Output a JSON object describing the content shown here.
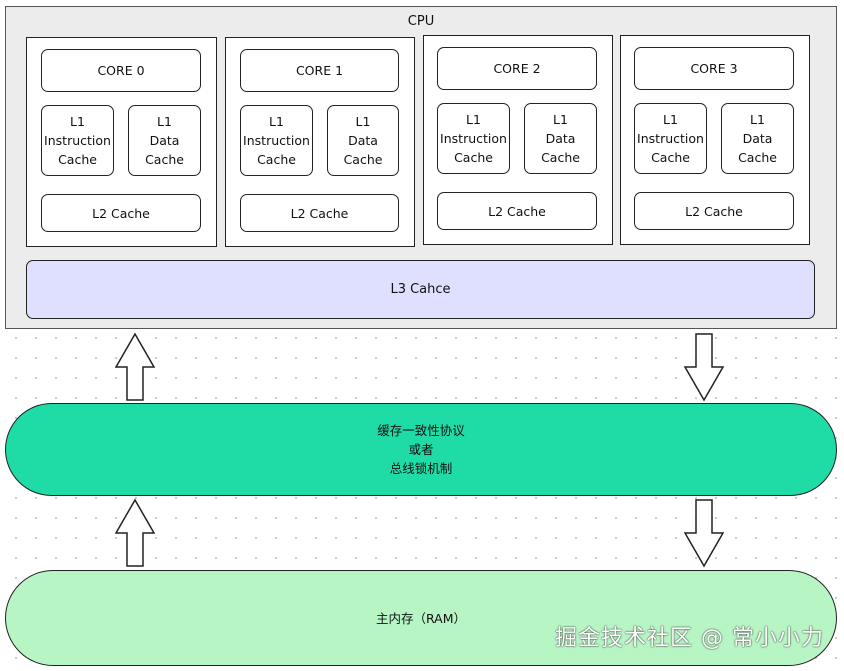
{
  "cpu": {
    "label": "CPU",
    "cores": [
      {
        "name": "CORE 0",
        "l1i": [
          "L1",
          "Instruction",
          "Cache"
        ],
        "l1d": [
          "L1",
          "Data",
          "Cache"
        ],
        "l2": "L2 Cache"
      },
      {
        "name": "CORE 1",
        "l1i": [
          "L1",
          "Instruction",
          "Cache"
        ],
        "l1d": [
          "L1",
          "Data",
          "Cache"
        ],
        "l2": "L2 Cache"
      },
      {
        "name": "CORE 2",
        "l1i": [
          "L1",
          "Instruction",
          "Cache"
        ],
        "l1d": [
          "L1",
          "Data",
          "Cache"
        ],
        "l2": "L2 Cache"
      },
      {
        "name": "CORE 3",
        "l1i": [
          "L1",
          "Instruction",
          "Cache"
        ],
        "l1d": [
          "L1",
          "Data",
          "Cache"
        ],
        "l2": "L2 Cache"
      }
    ],
    "l3": "L3 Cahce"
  },
  "protocol": {
    "lines": [
      "缓存一致性协议",
      "或者",
      "总线锁机制"
    ]
  },
  "ram": {
    "label": "主内存（RAM）"
  },
  "watermark": "掘金技术社区 @ 常小小力",
  "colors": {
    "cpu_bg": "#ececec",
    "l3_bg": "#dfe0ff",
    "protocol_bg": "#1fdba5",
    "ram_bg": "#b8f5c5"
  }
}
